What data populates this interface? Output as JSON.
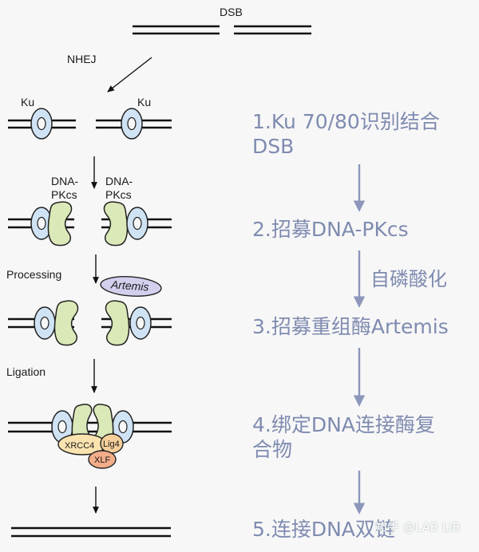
{
  "diagram": {
    "top_label": "DSB",
    "pathway_label": "NHEJ",
    "ku_left": "Ku",
    "ku_right": "Ku",
    "dnapk_left": [
      "DNA-",
      "PKcs"
    ],
    "dnapk_right": [
      "DNA-",
      "PKcs"
    ],
    "processing_label": "Processing",
    "artemis_label": "Artemis",
    "ligation_label": "Ligation",
    "xrcc4_label": "XRCC4",
    "lig4_label": "Lig4",
    "xlf_label": "XLF",
    "colors": {
      "ku": "#cfe3f4",
      "dnapk": "#dbe9b8",
      "artemis": "#d3d0ee",
      "xrcc4": "#fbe3b0",
      "lig4": "#f6cf9a",
      "xlf": "#f3ad88",
      "step_text": "#7f8bb0",
      "flow_arrow": "#8d96bb"
    }
  },
  "steps": [
    {
      "lines": [
        "1.Ku 70/80识别结合",
        "DSB"
      ]
    },
    {
      "lines": [
        "2.招募DNA-PKcs"
      ]
    },
    {
      "lines": [
        "3.招募重组酶Artemis"
      ]
    },
    {
      "lines": [
        "4.绑定DNA连接酶复",
        "合物"
      ]
    },
    {
      "lines": [
        "5.连接DNA双链"
      ]
    }
  ],
  "side_note": "自磷酸化",
  "watermark": "知乎 @LAB LIB"
}
